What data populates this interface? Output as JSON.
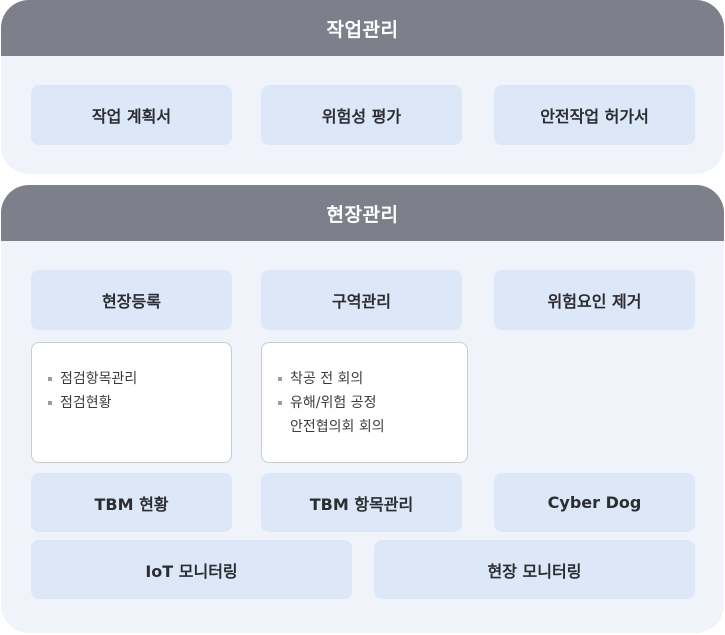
{
  "work": {
    "title": "작업관리",
    "items": [
      "작업 계획서",
      "위험성 평가",
      "안전작업 허가서"
    ]
  },
  "site": {
    "title": "현장관리",
    "row1": [
      "현장등록",
      "구역관리",
      "위험요인 제거"
    ],
    "card1": [
      "점검항목관리",
      "점검현황"
    ],
    "card2": [
      "착공 전 회의",
      "유해/위험 공정",
      "안전협의회 회의"
    ],
    "row3": [
      "TBM 현황",
      "TBM 항목관리",
      "Cyber Dog"
    ],
    "row4": [
      "IoT 모니터링",
      "현장 모니터링"
    ]
  }
}
